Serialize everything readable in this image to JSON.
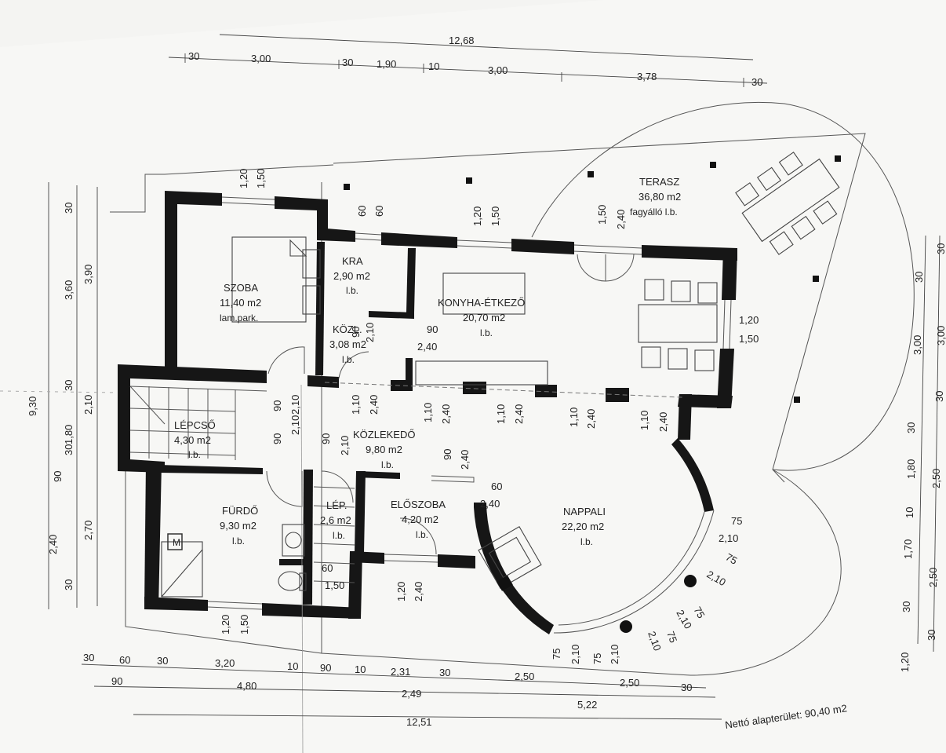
{
  "rooms": [
    {
      "key": "szoba",
      "name": "SZOBA",
      "area": "11,40 m2",
      "floor": "lam.park."
    },
    {
      "key": "kra",
      "name": "KRA",
      "area": "2,90 m2",
      "floor": "l.b."
    },
    {
      "key": "konyha",
      "name": "KONYHA-ÉTKEZŐ",
      "area": "20,70 m2",
      "floor": "l.b."
    },
    {
      "key": "terasz",
      "name": "TERASZ",
      "area": "36,80 m2",
      "floor": "fagyálló l.b."
    },
    {
      "key": "kozl",
      "name": "KÖZL.",
      "area": "3,08 m2",
      "floor": "l.b."
    },
    {
      "key": "lepcso",
      "name": "LÉPCSŐ",
      "area": "4,30 m2",
      "floor": "l.b."
    },
    {
      "key": "kozlekedo",
      "name": "KÖZLEKEDŐ",
      "area": "9,80 m2",
      "floor": "l.b."
    },
    {
      "key": "furdo",
      "name": "FÜRDŐ",
      "area": "9,30 m2",
      "floor": "l.b."
    },
    {
      "key": "lep",
      "name": "LÉP.",
      "area": "2,6 m2",
      "floor": "l.b."
    },
    {
      "key": "eloszoba",
      "name": "ELŐSZOBA",
      "area": "4,20 m2",
      "floor": "l.b."
    },
    {
      "key": "nappali",
      "name": "NAPPALI",
      "area": "22,20 m2",
      "floor": "l.b."
    }
  ],
  "dimensions_top": {
    "overall": "12,68",
    "chain": [
      "30",
      "3,00",
      "30",
      "1,90",
      "10",
      "3,00",
      "3,78",
      "30"
    ]
  },
  "dimensions_bottom": {
    "row1": [
      "30",
      "60",
      "30",
      "3,20",
      "10",
      "90",
      "10",
      "2,31",
      "30",
      "2,50",
      "2,50",
      "30"
    ],
    "row2": [
      "90",
      "4,80",
      "2,49",
      "5,22"
    ],
    "overall": "12,51"
  },
  "dimensions_left": {
    "overall": "9,30",
    "col_a": [
      "3,90",
      "2,10",
      "2,70"
    ],
    "col_b": [
      "30",
      "3,60",
      "30",
      "1,80",
      "30",
      "90",
      "2,40",
      "30"
    ]
  },
  "dimensions_right": {
    "col_a": [
      "30",
      "3,00",
      "30",
      "1,80",
      "10",
      "1,70",
      "30"
    ],
    "col_b": [
      "30",
      "3,00",
      "30",
      "2,50",
      "2,50",
      "30",
      "1,20"
    ]
  },
  "openings": {
    "szoba_win_a": "1,20",
    "szoba_win_b": "1,50",
    "kra_win_a": "60",
    "kra_win_b": "60",
    "konyha_win_a": "1,20",
    "konyha_win_b": "1,50",
    "terasz_door_a": "1,50",
    "terasz_door_b": "2,40",
    "east_win_a": "1,20",
    "east_win_b": "1,50",
    "kozl_a": "90",
    "kozl_b": "2,10",
    "kozl_c": "90",
    "kozl_d": "2,40",
    "p1a": "1,10",
    "p1b": "2,40",
    "p2a": "1,10",
    "p2b": "2,40",
    "p3a": "1,10",
    "p3b": "2,40",
    "p4a": "1,10",
    "p4b": "2,40",
    "p5a": "1,10",
    "p5b": "2,40",
    "lep_door_a": "90",
    "lep_door_b": "2,10",
    "furdo_door_a": "90",
    "furdo_door_b": "2,10",
    "kozl_door_a": "90",
    "kozl_door_b": "2,10",
    "elo_door_a": "90",
    "elo_door_b": "2,40",
    "nap_door_a": "60",
    "nap_door_b": "2,40",
    "lep_win_a": "60",
    "lep_win_b": "1,50",
    "elo_win_a": "1,20",
    "elo_win_b": "2,40",
    "furdo_win_a": "1,20",
    "furdo_win_b": "1,50",
    "arc1_a": "75",
    "arc1_b": "2,10",
    "arc2_a": "75",
    "arc2_b": "2,10",
    "arc3_a": "75",
    "arc3_b": "2,10",
    "arc4_a": "75",
    "arc4_b": "2,10",
    "arc5_a": "75",
    "arc5_b": "2,10",
    "arc6_a": "75",
    "arc6_b": "2,10"
  },
  "bath_mark": "M",
  "net_area_note": "Nettó alapterület: 90,40 m2"
}
